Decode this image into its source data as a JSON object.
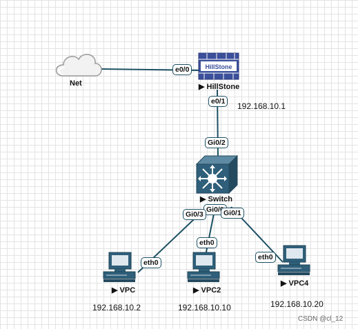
{
  "nodes": {
    "net": {
      "label": "Net",
      "icon": "cloud-icon"
    },
    "firewall": {
      "label": "▶ HillStone",
      "brand_text": "HillStone",
      "icon": "firewall-icon"
    },
    "switch": {
      "label": "▶ Switch",
      "icon": "layer3-switch-icon"
    },
    "vpc1": {
      "label": "▶ VPC",
      "ip": "192.168.10.2",
      "icon": "computer-icon"
    },
    "vpc2": {
      "label": "▶ VPC2",
      "ip": "192.168.10.10",
      "icon": "computer-icon"
    },
    "vpc4": {
      "label": "▶ VPC4",
      "ip": "192.168.10.20",
      "icon": "computer-icon"
    }
  },
  "firewall_ip": "192.168.10.1",
  "ports": {
    "fw_e00": "e0/0",
    "fw_e01": "e0/1",
    "sw_gi02": "Gi0/2",
    "sw_gi03": "Gi0/3",
    "sw_gi00": "Gi0/0",
    "sw_gi01": "Gi0/1",
    "vpc1_eth0": "eth0",
    "vpc2_eth0": "eth0",
    "vpc4_eth0": "eth0"
  },
  "links": [
    {
      "from": "Net",
      "to": "HillStone e0/0"
    },
    {
      "from": "HillStone e0/1",
      "to": "Switch Gi0/2"
    },
    {
      "from": "Switch Gi0/3",
      "to": "VPC eth0"
    },
    {
      "from": "Switch Gi0/0",
      "to": "VPC2 eth0"
    },
    {
      "from": "Switch Gi0/1",
      "to": "VPC4 eth0"
    }
  ],
  "watermark": "CSDN @cl_12",
  "colors": {
    "device_blue": "#2f5f7a",
    "link": "#1d4f63",
    "firewall_red": "#3b4f9a"
  }
}
